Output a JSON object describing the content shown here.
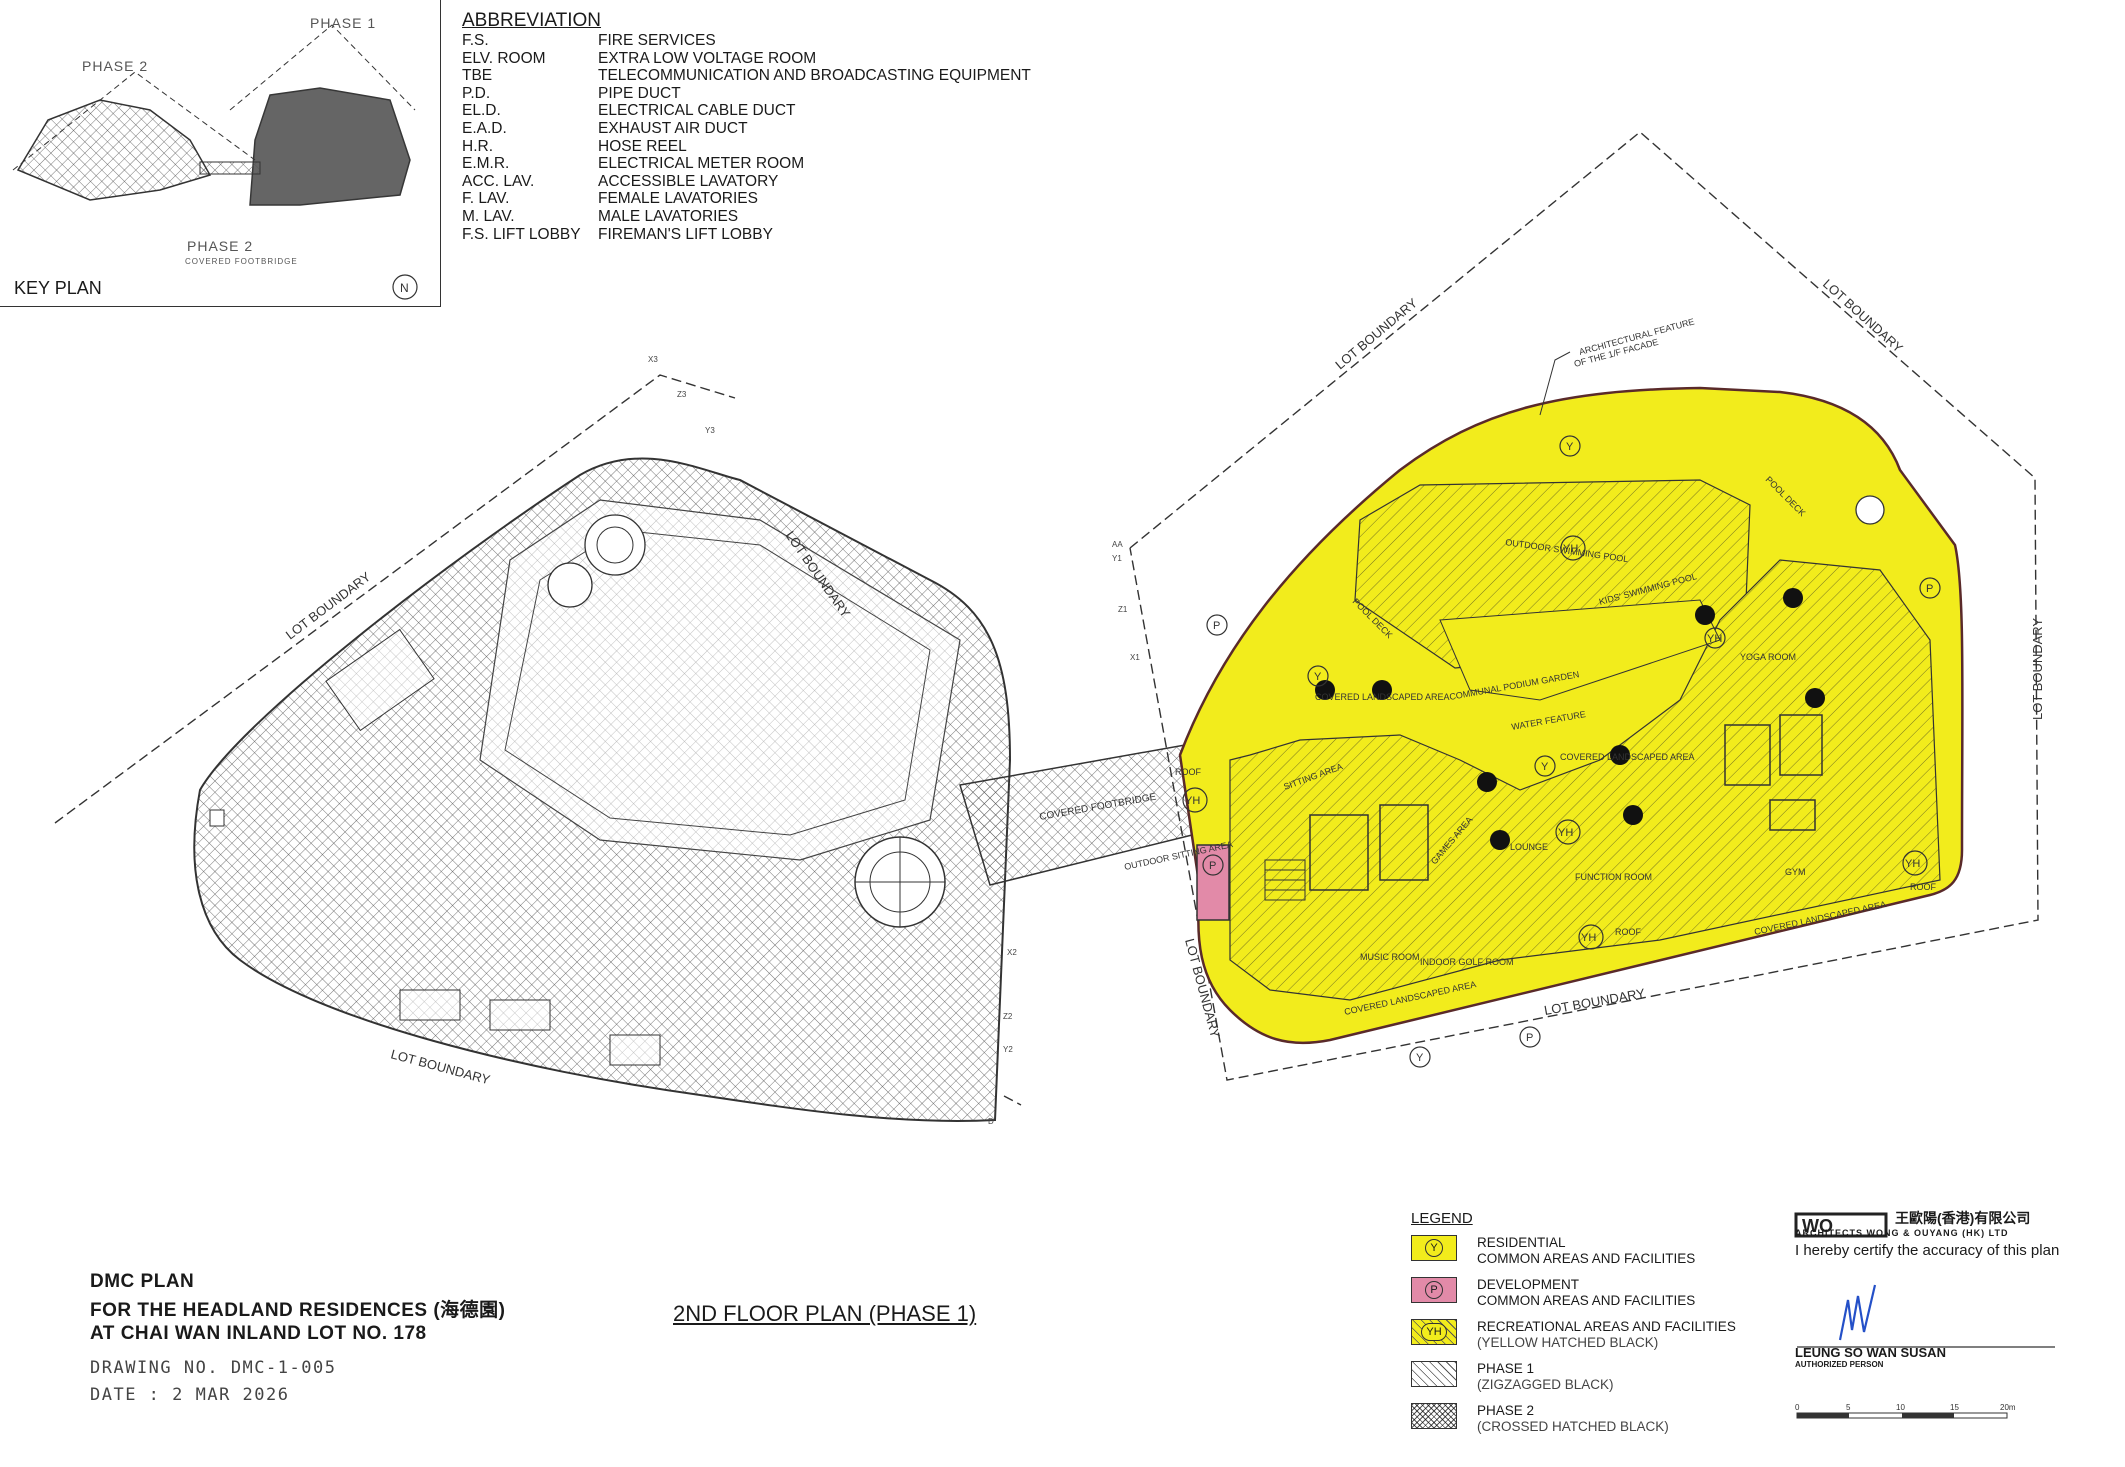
{
  "key_plan": {
    "title": "KEY PLAN",
    "phase1_label": "PHASE 1",
    "phase2_label_top": "PHASE 2",
    "phase2_label_bottom": "PHASE 2",
    "footbridge_label": "COVERED FOOTBRIDGE"
  },
  "abbreviation": {
    "title": "ABBREVIATION",
    "items": [
      {
        "code": "F.S.",
        "meaning": "FIRE SERVICES"
      },
      {
        "code": "ELV. ROOM",
        "meaning": "EXTRA LOW VOLTAGE ROOM"
      },
      {
        "code": "TBE",
        "meaning": "TELECOMMUNICATION AND BROADCASTING EQUIPMENT"
      },
      {
        "code": "P.D.",
        "meaning": "PIPE DUCT"
      },
      {
        "code": "EL.D.",
        "meaning": "ELECTRICAL CABLE DUCT"
      },
      {
        "code": "E.A.D.",
        "meaning": "EXHAUST AIR DUCT"
      },
      {
        "code": "H.R.",
        "meaning": "HOSE REEL"
      },
      {
        "code": "E.M.R.",
        "meaning": "ELECTRICAL METER ROOM"
      },
      {
        "code": "ACC. LAV.",
        "meaning": "ACCESSIBLE LAVATORY"
      },
      {
        "code": "F. LAV.",
        "meaning": "FEMALE LAVATORIES"
      },
      {
        "code": "M. LAV.",
        "meaning": "MALE LAVATORIES"
      },
      {
        "code": "F.S. LIFT LOBBY",
        "meaning": "FIREMAN'S LIFT LOBBY"
      }
    ]
  },
  "plan": {
    "lot_boundary": "LOT BOUNDARY",
    "arch_feature": "ARCHITECTURAL FEATURE",
    "arch_feature_2": "OF THE 1/F FACADE",
    "outdoor_pool": "OUTDOOR SWIMMING POOL",
    "kids_pool": "KIDS' SWIMMING POOL",
    "pool_deck": "POOL DECK",
    "pool_deck_2": "POOL DECK",
    "communal_garden": "COMMUNAL PODIUM GARDEN",
    "water_feature": "WATER FEATURE",
    "covered_landscaped": "COVERED LANDSCAPED AREA",
    "covered_landscaped_2": "COVERED LANDSCAPED AREA",
    "sitting_area": "SITTING AREA",
    "lounge": "LOUNGE",
    "function_room": "FUNCTION ROOM",
    "games_area": "GAMES AREA",
    "music_room": "MUSIC ROOM",
    "indoor_golf": "INDOOR GOLF ROOM",
    "gym": "GYM",
    "yoga_room": "YOGA ROOM",
    "roof": "ROOF",
    "roof_2": "ROOF",
    "roof_3": "ROOF",
    "outdoor_sitting": "OUTDOOR SITTING AREA",
    "covered_footbridge": "COVERED FOOTBRIDGE",
    "marker_Y": "Y",
    "marker_YH": "YH",
    "marker_P": "P",
    "axis_labels": [
      "X3",
      "Z3",
      "Y3",
      "AA",
      "Y1",
      "Z1",
      "X1",
      "X2",
      "Z2",
      "Y2",
      "D"
    ]
  },
  "title_block": {
    "line1": "DMC PLAN",
    "line2": "FOR THE HEADLAND RESIDENCES (海德園)",
    "line3": "AT CHAI WAN INLAND LOT NO. 178",
    "drawing_no": "DRAWING  NO.  DMC-1-005",
    "date": "DATE  :  2  MAR  2026"
  },
  "plan_title": "2ND FLOOR PLAN (PHASE 1)",
  "legend": {
    "title": "LEGEND",
    "items": [
      {
        "symbol": "Y",
        "line1": "RESIDENTIAL",
        "line2": "COMMON AREAS AND FACILITIES",
        "color": "#f2ec1c"
      },
      {
        "symbol": "P",
        "line1": "DEVELOPMENT",
        "line2": "COMMON AREAS AND FACILITIES",
        "color": "#e28aa8"
      },
      {
        "symbol": "YH",
        "line1": "RECREATIONAL AREAS AND FACILITIES",
        "line2": "(YELLOW HATCHED BLACK)",
        "color": "#f2ec1c"
      },
      {
        "symbol": "",
        "line1": "PHASE 1",
        "line2": "(ZIGZAGGED BLACK)",
        "color": "#ffffff"
      },
      {
        "symbol": "",
        "line1": "PHASE 2",
        "line2": "(CROSSED HATCHED BLACK)",
        "color": "#ffffff"
      }
    ]
  },
  "certification": {
    "firm_chinese": "王歐陽(香港)有限公司",
    "firm_english": "ARCHITECTS WONG & OUYANG (HK) LTD",
    "statement": "I hereby certify the accuracy of this plan",
    "signer": "LEUNG SO WAN SUSAN",
    "role": "AUTHORIZED PERSON",
    "scale_ticks": [
      "0",
      "5",
      "10",
      "15",
      "20m"
    ]
  },
  "colors": {
    "residential_yellow": "#f2ec1c",
    "development_pink": "#e28aa8",
    "line": "#333333"
  }
}
